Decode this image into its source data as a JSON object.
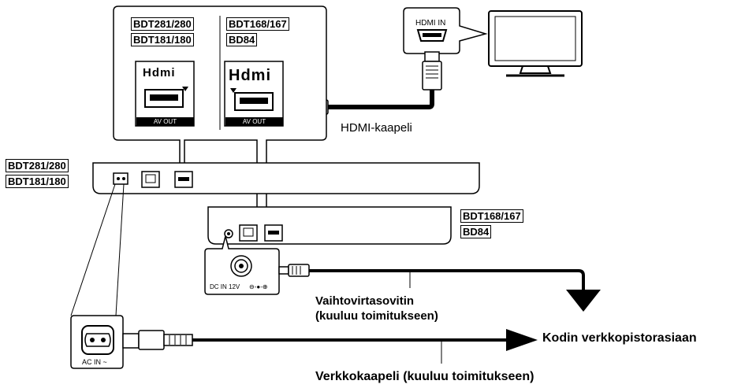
{
  "models": {
    "group_a_1": "BDT281/280",
    "group_a_2": "BDT181/180",
    "group_b_1": "BDT168/167",
    "group_b_2": "BD84"
  },
  "ports": {
    "hdmi_logo": "Hdmi",
    "av_out": "AV OUT",
    "hdmi_in": "HDMI IN",
    "dc_in": "DC IN 12V",
    "dc_polarity": "⊖-●-⊕",
    "ac_in": "AC IN ~"
  },
  "labels": {
    "hdmi_cable": "HDMI-kaapeli",
    "adapter_line1": "Vaihtovirtasovitin",
    "adapter_line2": "(kuuluu toimitukseen)",
    "outlet": "Kodin verkkopistorasiaan",
    "mains_cable": "Verkkokaapeli (kuuluu toimitukseen)"
  }
}
